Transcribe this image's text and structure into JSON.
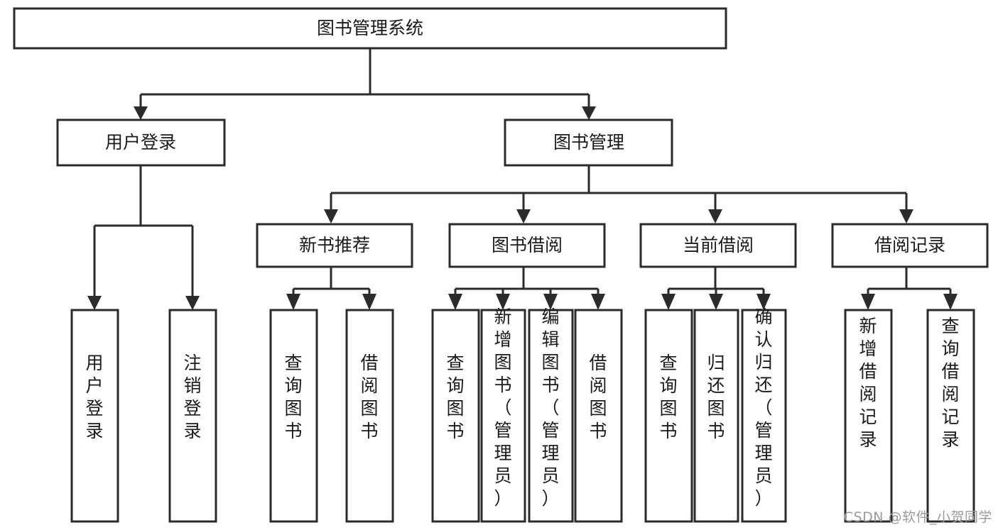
{
  "diagram": {
    "type": "tree",
    "title": "图书管理系统",
    "orientation": "top-down",
    "colors": {
      "box_stroke": "#2b2b2b",
      "box_fill": "#ffffff",
      "text": "#1a1a1a",
      "background": "#ffffff",
      "watermark": "#9b9b9b"
    },
    "root": {
      "label": "图书管理系统"
    },
    "level2": [
      {
        "label": "用户登录"
      },
      {
        "label": "图书管理"
      }
    ],
    "level3": [
      {
        "label": "新书推荐"
      },
      {
        "label": "图书借阅"
      },
      {
        "label": "当前借阅"
      },
      {
        "label": "借阅记录"
      }
    ],
    "leaves": {
      "user_login": [
        {
          "label": "用户登录"
        },
        {
          "label": "注销登录"
        }
      ],
      "new_book_recommend": [
        {
          "label": "查询图书"
        },
        {
          "label": "借阅图书"
        }
      ],
      "book_borrow": [
        {
          "label": "查询图书"
        },
        {
          "label": "新增图书（管理员）"
        },
        {
          "label": "编辑图书（管理员）"
        },
        {
          "label": "借阅图书"
        }
      ],
      "current_borrow": [
        {
          "label": "查询图书"
        },
        {
          "label": "归还图书"
        },
        {
          "label": "确认归还（管理员）"
        }
      ],
      "borrow_record": [
        {
          "label": "新增借阅记录"
        },
        {
          "label": "查询借阅记录"
        }
      ]
    }
  },
  "watermark": {
    "text": "CSDN @软件_小贺同学"
  }
}
